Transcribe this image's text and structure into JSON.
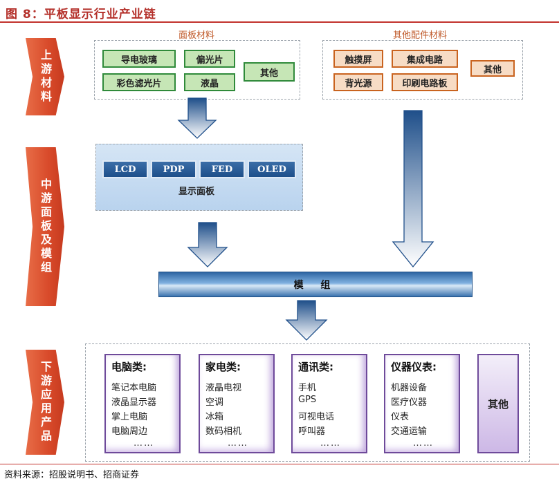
{
  "title": "图 8：平板显示行业产业链",
  "stages": {
    "upstream": "上游材料",
    "midstream": "中游面板及模组",
    "downstream": "下游应用产品"
  },
  "panel_materials": {
    "title": "面板材料",
    "items": [
      "导电玻璃",
      "偏光片",
      "彩色滤光片",
      "液晶",
      "其他"
    ]
  },
  "other_components": {
    "title": "其他配件材料",
    "items": [
      "触摸屏",
      "集成电路",
      "背光源",
      "印刷电路板",
      "其他"
    ]
  },
  "display_panel": {
    "label": "显示面板",
    "types": [
      "LCD",
      "PDP",
      "FED",
      "OLED"
    ]
  },
  "module": "模 组",
  "applications": [
    {
      "title": "电脑类:",
      "items": [
        "笔记本电脑",
        "液晶显示器",
        "掌上电脑",
        "电脑周边"
      ],
      "more": "……"
    },
    {
      "title": "家电类:",
      "items": [
        "液晶电视",
        "空调",
        "冰箱",
        "数码相机"
      ],
      "more": "……"
    },
    {
      "title": "通讯类:",
      "items": [
        "手机",
        "GPS",
        "可视电话",
        "呼叫器"
      ],
      "more": "……"
    },
    {
      "title": "仪器仪表:",
      "items": [
        "机器设备",
        "医疗仪器",
        "仪表",
        "交通运输"
      ],
      "more": "……"
    },
    {
      "title": "其他"
    }
  ],
  "source": "资料来源：招股说明书、招商证券",
  "colors": {
    "title_red": "#b4302a",
    "stage_orange": "#d84a2a",
    "green_border": "#2f8a3a",
    "orange_border": "#c9631f",
    "panel_blue": "#1e4f8a",
    "purple_border": "#6e4a9a"
  }
}
